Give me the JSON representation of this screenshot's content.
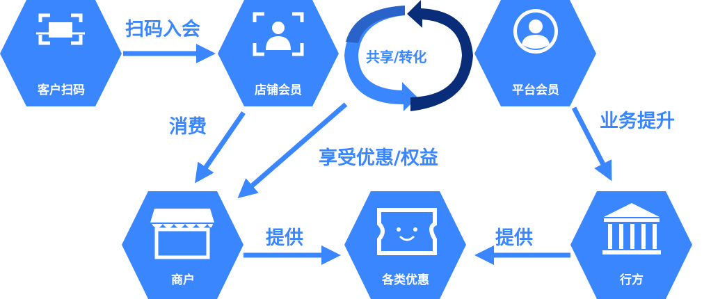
{
  "colors": {
    "primary": "#3a86ff",
    "dark": "#0a2d7a",
    "mid": "#2a63c8"
  },
  "nodes": [
    {
      "id": "customer-scan",
      "label": "客户扫码",
      "icon": "scan-icon"
    },
    {
      "id": "store-member",
      "label": "店铺会员",
      "icon": "person-frame-icon"
    },
    {
      "id": "platform-member",
      "label": "平台会员",
      "icon": "user-avatar-icon"
    },
    {
      "id": "merchant",
      "label": "商户",
      "icon": "storefront-icon"
    },
    {
      "id": "discounts",
      "label": "各类优惠",
      "icon": "coupon-icon"
    },
    {
      "id": "bank",
      "label": "行方",
      "icon": "bank-icon"
    }
  ],
  "edges": {
    "scan_join": "扫码入会",
    "consume": "消费",
    "enjoy": "享受优惠/权益",
    "business_up": "业务提升",
    "provide_left": "提供",
    "provide_right": "提供"
  },
  "cycle_label": "共享/转化"
}
